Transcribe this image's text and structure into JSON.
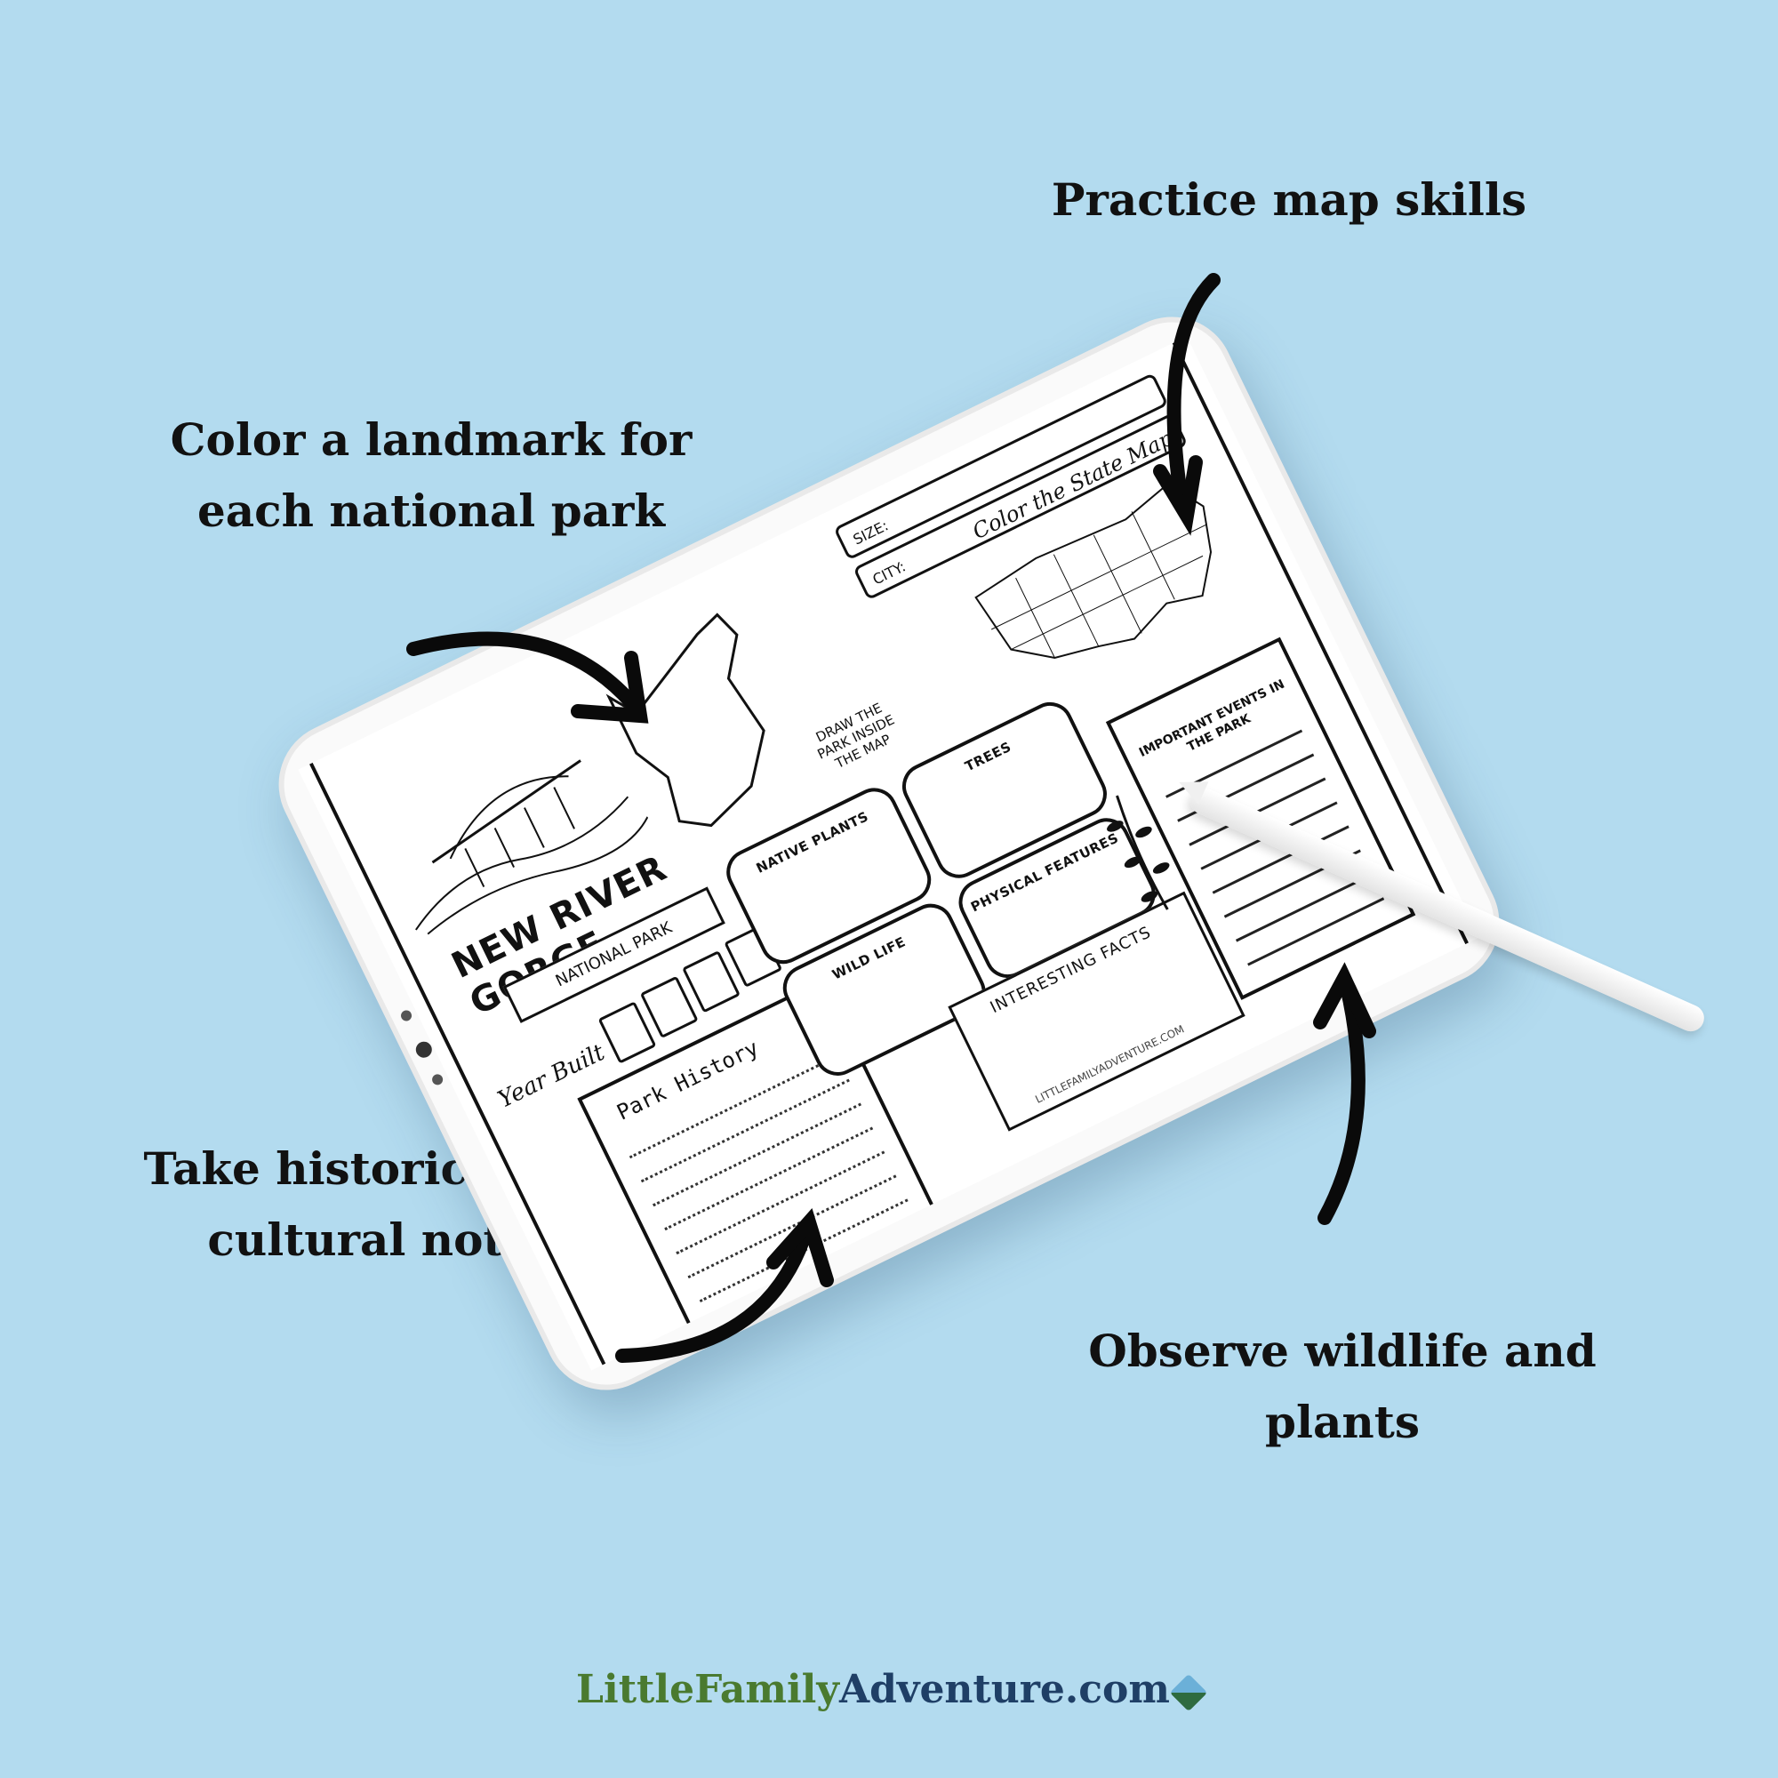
{
  "captions": {
    "map_skills": "Practice map skills",
    "landmark": [
      "Color a landmark for",
      "each national park"
    ],
    "history": [
      "Take historical and",
      "cultural notes"
    ],
    "wildlife": [
      "Observe wildlife and",
      "plants"
    ]
  },
  "worksheet": {
    "park_title": "NEW RIVER GORGE",
    "park_subtitle": "NATIONAL PARK",
    "year_built": "Year Built",
    "park_history": "Park History",
    "size_label": "SIZE:",
    "city_label": "CITY:",
    "state_map_title": "Color the State Map",
    "draw_park": "DRAW THE PARK INSIDE THE MAP",
    "boxes": {
      "native_plants": "NATIVE PLANTS",
      "trees": "TREES",
      "physical_features": "PHYSICAL FEATURES",
      "wild_life": "WILD LIFE"
    },
    "important_events": "IMPORTANT EVENTS IN THE PARK",
    "interesting_facts": "INTERESTING FACTS",
    "url_small": "LITTLEFAMILYADVENTURE.COM"
  },
  "footer": {
    "part1": "Little",
    "part2": "Family",
    "part3": "Adventure.com"
  },
  "colors": {
    "background": "#b3dbef",
    "footer_green": "#4a7a2f",
    "footer_navy": "#1f3f66"
  }
}
